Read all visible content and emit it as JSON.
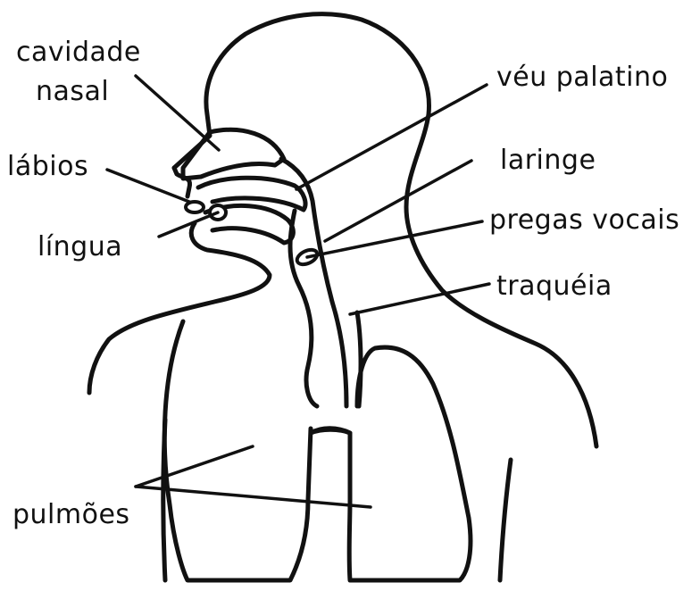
{
  "labels": {
    "cavidade_nasal_line1": "cavidade",
    "cavidade_nasal_line2": "nasal",
    "labios": "lábios",
    "lingua": "língua",
    "veu_palatino": "véu palatino",
    "laringe": "laringe",
    "pregas_vocais": "pregas vocais",
    "traqueia": "traquéia",
    "pulmoes": "pulmões"
  }
}
